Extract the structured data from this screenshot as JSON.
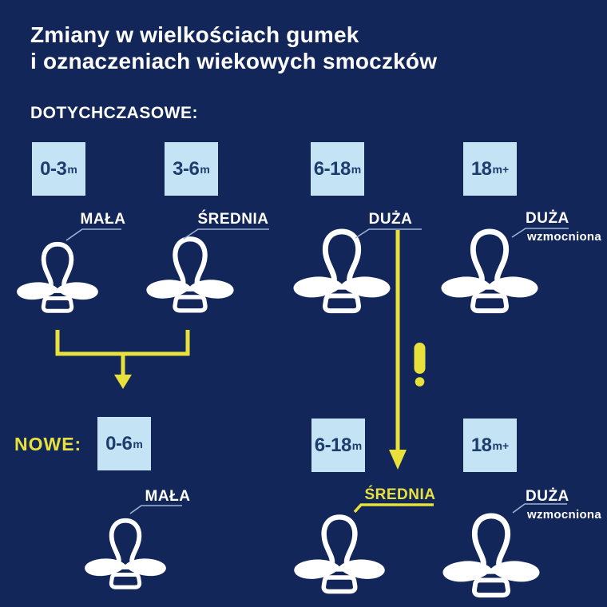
{
  "header": {
    "title_line1": "Zmiany w wielkościach gumek",
    "title_line2": "i oznaczeniach wiekowych smoczków"
  },
  "sections": {
    "old_label": "DOTYCHCZASOWE:",
    "new_label": "NOWE:"
  },
  "old_row": {
    "items": [
      {
        "age": "0-3",
        "unit": "m",
        "size_label": "MAŁA"
      },
      {
        "age": "3-6",
        "unit": "m",
        "size_label": "ŚREDNIA"
      },
      {
        "age": "6-18",
        "unit": "m",
        "size_label": "DUŻA"
      },
      {
        "age": "18",
        "unit": "m+",
        "size_label": "DUŻA",
        "size_sublabel": "wzmocniona"
      }
    ]
  },
  "new_row": {
    "items": [
      {
        "age": "0-6",
        "unit": "m",
        "size_label": "MAŁA"
      },
      {
        "age": "6-18",
        "unit": "m",
        "size_label": "ŚREDNIA"
      },
      {
        "age": "18",
        "unit": "m+",
        "size_label": "DUŻA",
        "size_sublabel": "wzmocniona"
      }
    ]
  },
  "annotations": {
    "exclamation": "!"
  },
  "colors": {
    "background": "#12265a",
    "box_background": "#c4e4f6",
    "box_text": "#1e3d6e",
    "accent_yellow": "#e8e13c",
    "text_white": "#ffffff",
    "pointer_line": "#9fb4d4"
  }
}
